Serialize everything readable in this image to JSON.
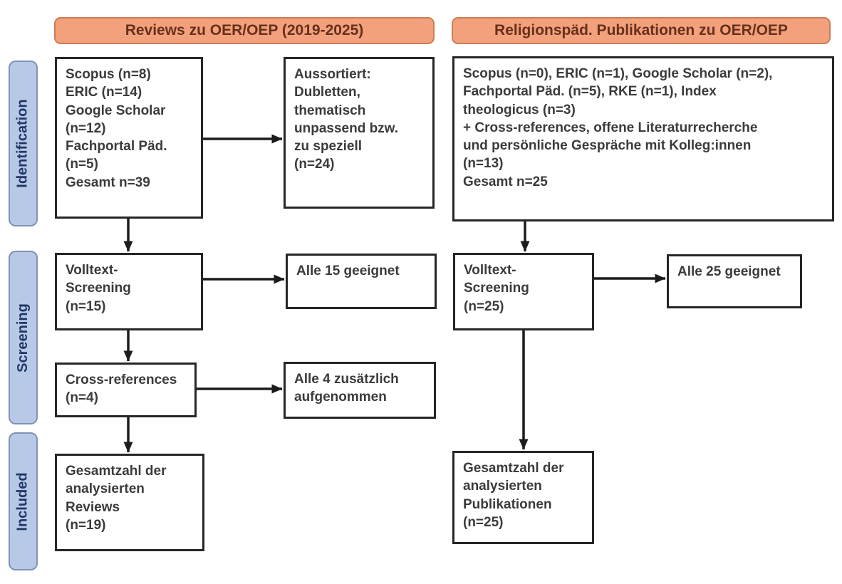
{
  "headers": {
    "left": "Reviews zu OER/OEP (2019-2025)",
    "right": "Religionspäd. Publikationen zu OER/OEP"
  },
  "sidebar": {
    "identification": "Identification",
    "screening": "Screening",
    "included": "Included"
  },
  "flow": {
    "left": {
      "sources": "Scopus (n=8)\nERIC (n=14)\nGoogle Scholar\n(n=12)\nFachportal Päd.\n(n=5)\nGesamt n=39",
      "excluded": "Aussortiert:\nDubletten,\nthematisch\nunpassend bzw.\nzu speziell\n(n=24)",
      "fulltext": "Volltext-\nScreening\n(n=15)",
      "eligible": "Alle 15 geeignet",
      "crossref": "Cross-references\n(n=4)",
      "added": "Alle 4 zusätzlich\naufgenommen",
      "total": "Gesamtzahl der\nanalysierten\nReviews\n(n=19)"
    },
    "right": {
      "sources": "Scopus (n=0), ERIC (n=1), Google Scholar (n=2),\nFachportal Päd. (n=5), RKE (n=1), Index\ntheologicus (n=3)\n+ Cross-references, offene Literaturrecherche\nund persönliche Gespräche mit Kolleg:innen\n(n=13)\nGesamt n=25",
      "fulltext": "Volltext-\nScreening\n(n=25)",
      "eligible": "Alle 25 geeignet",
      "total": "Gesamtzahl der\nanalysierten\nPublikationen\n(n=25)"
    }
  },
  "colors": {
    "background": "#ffffff",
    "header_fill": "#f2a17c",
    "header_border": "#c97e55",
    "header_text": "#66301c",
    "sidebar_fill": "#b8c9e8",
    "sidebar_border": "#7f93b5",
    "sidebar_text": "#203864",
    "box_border": "#262626",
    "box_text": "#3b3b3b",
    "arrow": "#1c1c1c"
  }
}
